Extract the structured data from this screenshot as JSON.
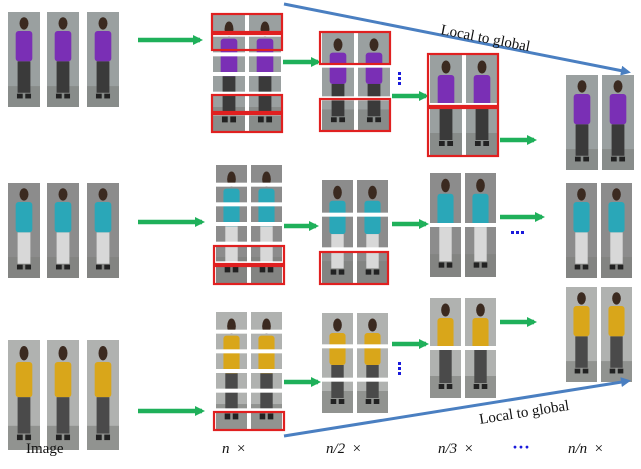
{
  "colors": {
    "arrow_green": "#1fb05a",
    "split_line_blue": "#4a7fc1",
    "highlight_red": "#e02020",
    "ellipsis_blue": "#1a1adb",
    "shirt_purple": "#7a2fb5",
    "shirt_teal": "#2aa7b8",
    "shirt_yellow": "#d9a61a"
  },
  "annotations": {
    "top": "Local to global",
    "bottom": "Local to global"
  },
  "bottom_labels": {
    "image": "Image",
    "n": "n",
    "n_half": "n/2",
    "n_third": "n/3",
    "ellipsis": "···",
    "n_n": "n/n",
    "times": "×"
  },
  "rows": [
    {
      "subject": "purple-shirt-person",
      "shirt": "#7a2fb5",
      "pants": "#3a3a3a",
      "bg": "#9aa0a0"
    },
    {
      "subject": "teal-shirt-person",
      "shirt": "#2aa7b8",
      "pants": "#d8d8d8",
      "bg": "#8c8c8c"
    },
    {
      "subject": "yellow-shirt-person",
      "shirt": "#d9a61a",
      "pants": "#4a4a4a",
      "bg": "#b0b2b0"
    }
  ]
}
